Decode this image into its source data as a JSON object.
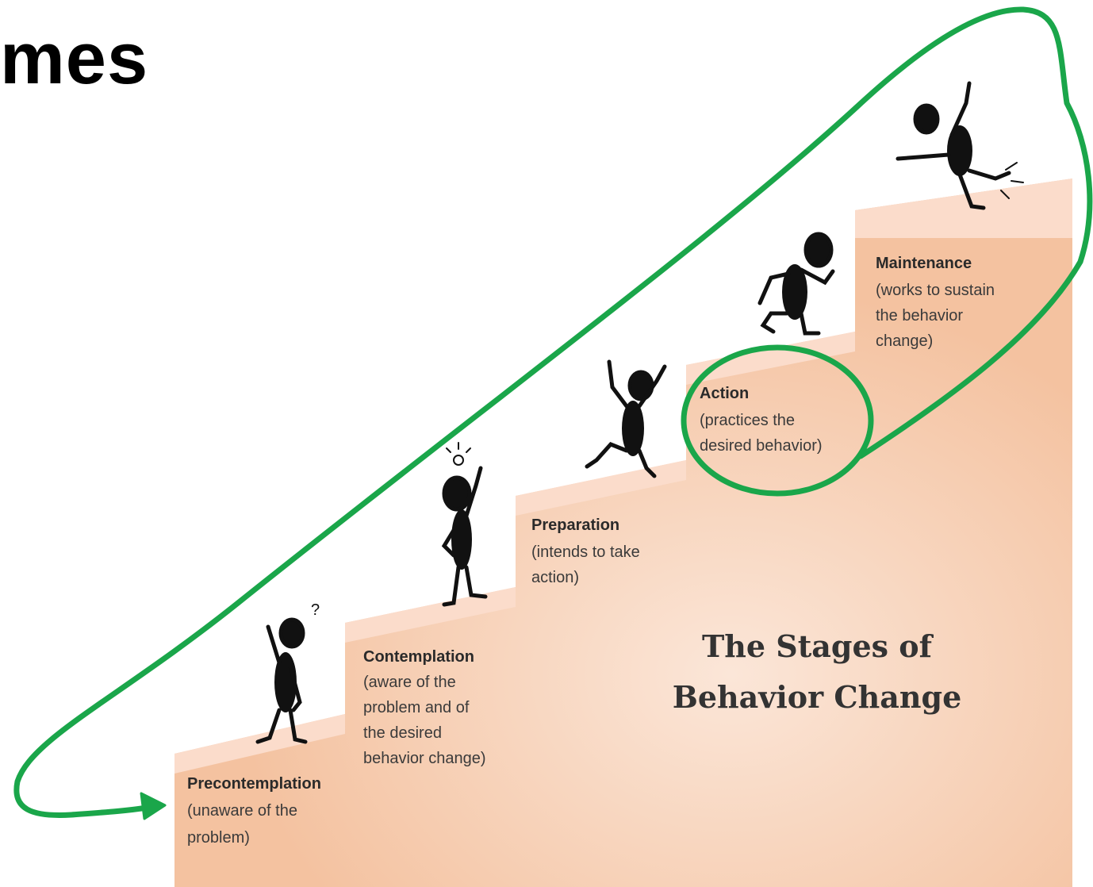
{
  "slide": {
    "title_fragment": "mes",
    "stray_mark": ":"
  },
  "diagram": {
    "title_line1": "The Stages of",
    "title_line2": "Behavior Change",
    "stages": [
      {
        "name": "Precontemplation",
        "desc": [
          "(unaware of the",
          "problem)"
        ]
      },
      {
        "name": "Contemplation",
        "desc": [
          "(aware of the",
          "problem and of",
          "the desired",
          "behavior change)"
        ]
      },
      {
        "name": "Preparation",
        "desc": [
          "(intends to take",
          "action)"
        ]
      },
      {
        "name": "Action",
        "desc": [
          "(practices the",
          "desired behavior)"
        ]
      },
      {
        "name": "Maintenance",
        "desc": [
          "(works to sustain",
          "the behavior",
          "change)"
        ]
      }
    ],
    "colors": {
      "step_face": "#f6c7a6",
      "step_top": "#fbdcc6",
      "annotation": "#1aa64a",
      "figure": "#111111"
    }
  }
}
